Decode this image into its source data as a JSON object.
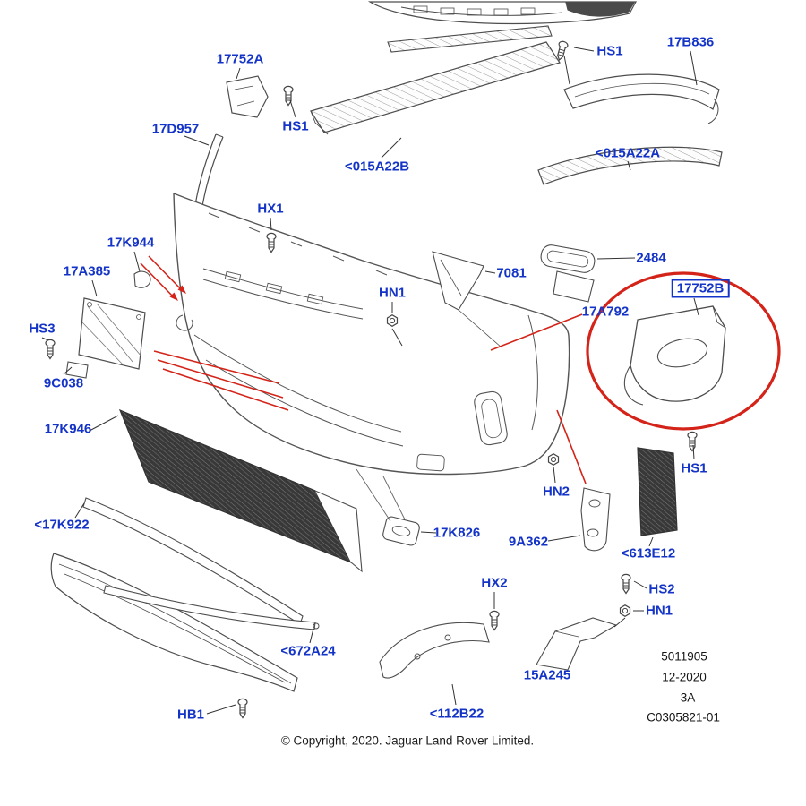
{
  "labels": {
    "p17752A": "17752A",
    "hs1_a": "HS1",
    "p17D957": "17D957",
    "p015A22B": "<015A22B",
    "hs1_b": "HS1",
    "p17B836": "17B836",
    "p015A22A": "<015A22A",
    "hx1": "HX1",
    "p17K944": "17K944",
    "p17A385": "17A385",
    "p7081": "7081",
    "p2484": "2484",
    "p17752B": "17752B",
    "p17A792": "17A792",
    "hs3": "HS3",
    "hn1_a": "HN1",
    "p9C038": "9C038",
    "p17K946": "17K946",
    "hs1_c": "HS1",
    "hn2": "HN2",
    "p17K922": "<17K922",
    "p17K826": "17K826",
    "p9A362": "9A362",
    "p613E12": "<613E12",
    "hx2": "HX2",
    "hs2": "HS2",
    "hn1_b": "HN1",
    "p672A24": "<672A24",
    "p15A245": "15A245",
    "p112B22": "<112B22",
    "hb1": "HB1"
  },
  "ref_block": {
    "part_number": "5011905",
    "date": "12-2020",
    "revision": "3A",
    "drawing_number": "C0305821-01"
  },
  "footer": {
    "copyright": "© Copyright, 2020. Jaguar Land Rover Limited."
  }
}
